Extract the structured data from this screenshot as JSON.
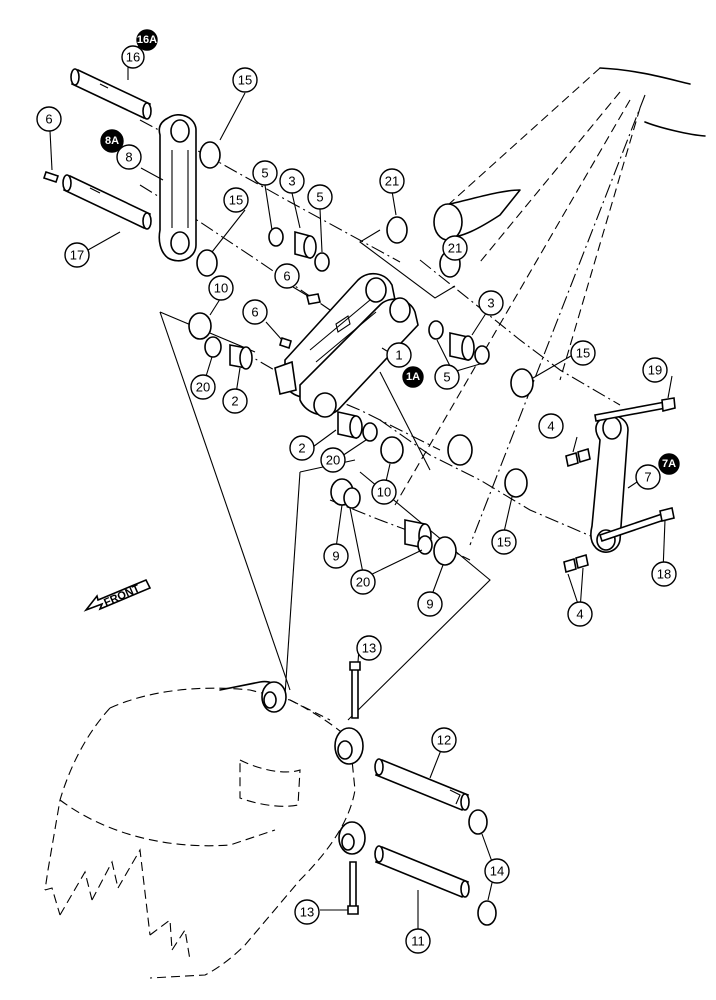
{
  "diagram": {
    "direction_label": "FRONT",
    "callouts": {
      "c1": "1",
      "c1a": "1A",
      "c2a": "2",
      "c2b": "2",
      "c3a": "3",
      "c3b": "3",
      "c4a": "4",
      "c4b": "4",
      "c5a": "5",
      "c5b": "5",
      "c5c": "5",
      "c6a": "6",
      "c6b": "6",
      "c6c": "6",
      "c7": "7",
      "c7a": "7A",
      "c8": "8",
      "c8a": "8A",
      "c9a": "9",
      "c9b": "9",
      "c10a": "10",
      "c10b": "10",
      "c11": "11",
      "c12": "12",
      "c13a": "13",
      "c13b": "13",
      "c14": "14",
      "c15a": "15",
      "c15b": "15",
      "c15c": "15",
      "c15d": "15",
      "c16": "16",
      "c16a": "16A",
      "c17": "17",
      "c18": "18",
      "c19": "19",
      "c20a": "20",
      "c20b": "20",
      "c20c": "20",
      "c21a": "21",
      "c21b": "21"
    }
  }
}
